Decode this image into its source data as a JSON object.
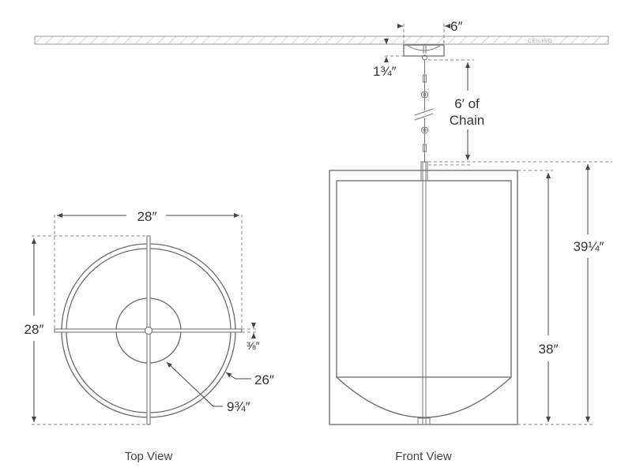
{
  "ceiling_label": "CEILING",
  "front_view": {
    "canopy_width": "6″",
    "canopy_height": "1¾″",
    "chain_length_line1": "6′ of",
    "chain_length_line2": "Chain",
    "overall_height": "39¼″",
    "body_height": "38″",
    "caption": "Front View"
  },
  "top_view": {
    "width": "28″",
    "depth": "28″",
    "bar_thickness": "⅜″",
    "shade_diameter": "26″",
    "diffuser_diameter": "9¾″",
    "caption": "Top View"
  },
  "colors": {
    "line": "#6a6a6a",
    "text": "#333333"
  }
}
